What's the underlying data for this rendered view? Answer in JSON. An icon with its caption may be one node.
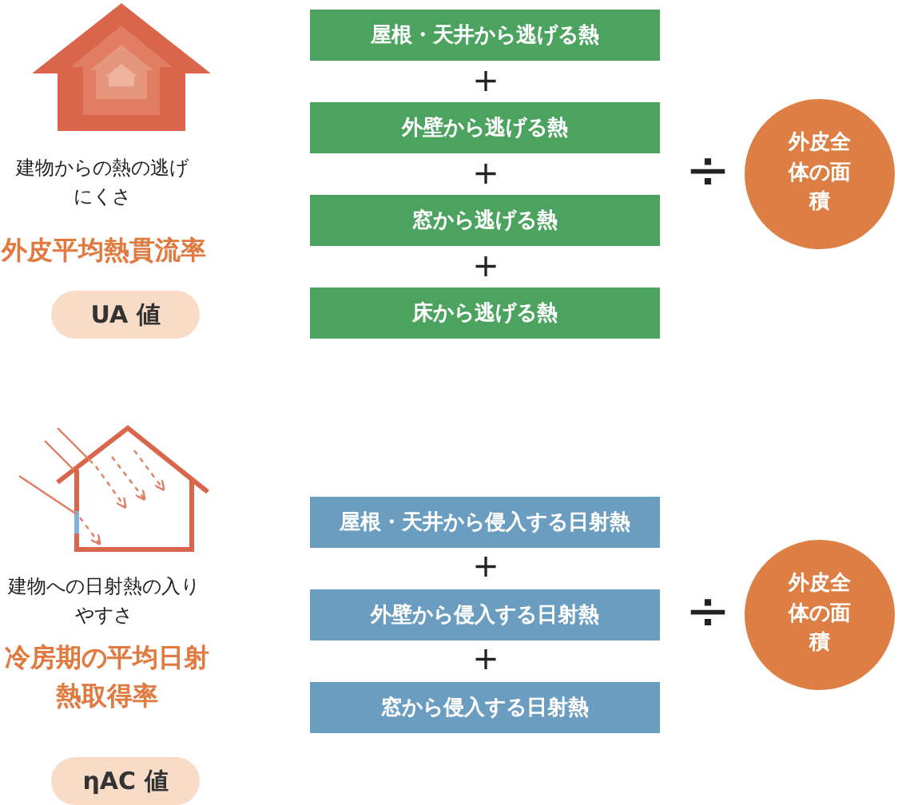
{
  "diagram": {
    "nodes": [
      {
        "text": [
          "屋根・天井から逃げる熱"
        ]
      },
      {
        "text": [
          "外壁から逃げる熱"
        ]
      },
      {
        "text": [
          "窓から逃げる熱"
        ]
      },
      {
        "text": [
          "床から逃げる熱"
        ]
      },
      {
        "text": [
          "外皮全体の面積"
        ]
      },
      {
        "text": [
          "UA 値"
        ]
      },
      {
        "text": [
          "屋根・天井から侵入する日射熱"
        ]
      },
      {
        "text": [
          "外壁から侵入する日射熱"
        ]
      },
      {
        "text": [
          "窓から侵入する日射熱"
        ]
      },
      {
        "text": [
          "外皮全体の面積"
        ]
      },
      {
        "text": [
          "ηAC 値"
        ]
      }
    ],
    "labels": [
      "建物からの熱の逃げにくさ",
      "外皮平均熱貫流率",
      "+",
      "+",
      "+",
      "÷",
      "建物への日射熱の入りやすさ",
      "冷房期の平均日射熱取得率",
      "+",
      "+",
      "÷"
    ]
  }
}
